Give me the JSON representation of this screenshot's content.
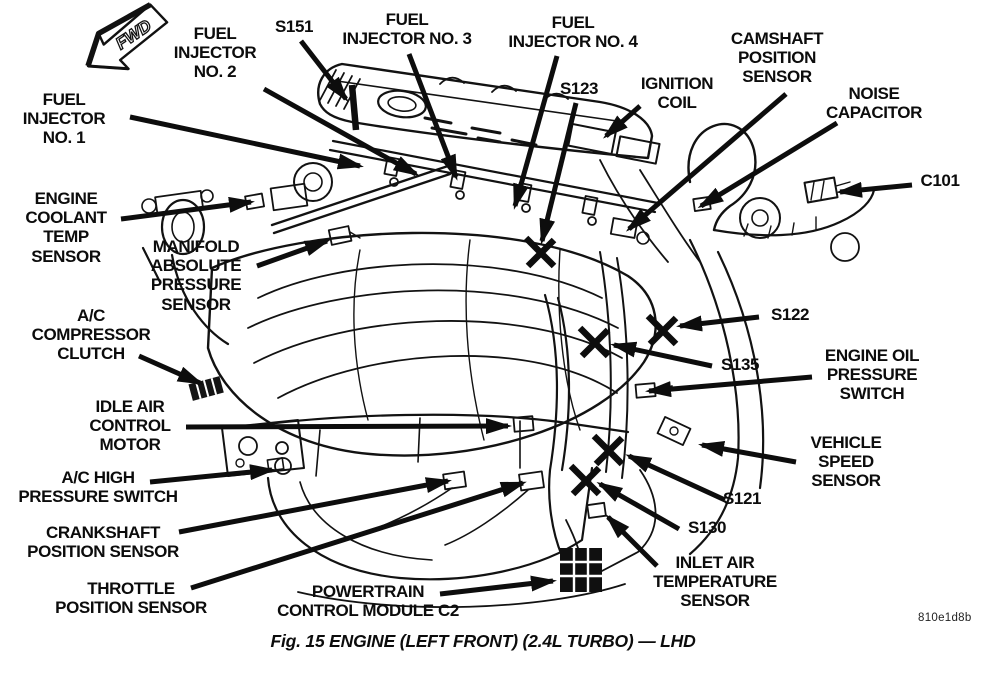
{
  "figure": {
    "caption": "Fig. 15 ENGINE (LEFT FRONT) (2.4L TURBO) — LHD",
    "reference_code": "810e1d8b",
    "direction_arrow": "FWD"
  },
  "colors": {
    "ink": "#0d0d0d",
    "background": "#ffffff"
  },
  "callouts": {
    "fuel_injector_1": "FUEL\nINJECTOR\nNO. 1",
    "fuel_injector_2": "FUEL\nINJECTOR\nNO. 2",
    "fuel_injector_3": "FUEL\nINJECTOR NO. 3",
    "fuel_injector_4": "FUEL\nINJECTOR NO. 4",
    "s151": "S151",
    "s123": "S123",
    "ignition_coil": "IGNITION\nCOIL",
    "camshaft_position_sensor": "CAMSHAFT\nPOSITION\nSENSOR",
    "noise_capacitor": "NOISE\nCAPACITOR",
    "c101": "C101",
    "engine_coolant_temp_sensor": "ENGINE\nCOOLANT\nTEMP\nSENSOR",
    "manifold_absolute_pressure_sensor": "MANIFOLD\nABSOLUTE\nPRESSURE\nSENSOR",
    "ac_compressor_clutch": "A/C\nCOMPRESSOR\nCLUTCH",
    "s122": "S122",
    "s135": "S135",
    "engine_oil_pressure_switch": "ENGINE OIL\nPRESSURE\nSWITCH",
    "idle_air_control_motor": "IDLE AIR\nCONTROL\nMOTOR",
    "vehicle_speed_sensor": "VEHICLE\nSPEED\nSENSOR",
    "ac_high_pressure_switch": "A/C HIGH\nPRESSURE SWITCH",
    "s121": "S121",
    "s130": "S130",
    "crankshaft_position_sensor": "CRANKSHAFT\nPOSITION SENSOR",
    "throttle_position_sensor": "THROTTLE\nPOSITION SENSOR",
    "powertrain_control_module": "POWERTRAIN\nCONTROL MODULE C2",
    "inlet_air_temperature_sensor": "INLET AIR\nTEMPERATURE\nSENSOR"
  }
}
